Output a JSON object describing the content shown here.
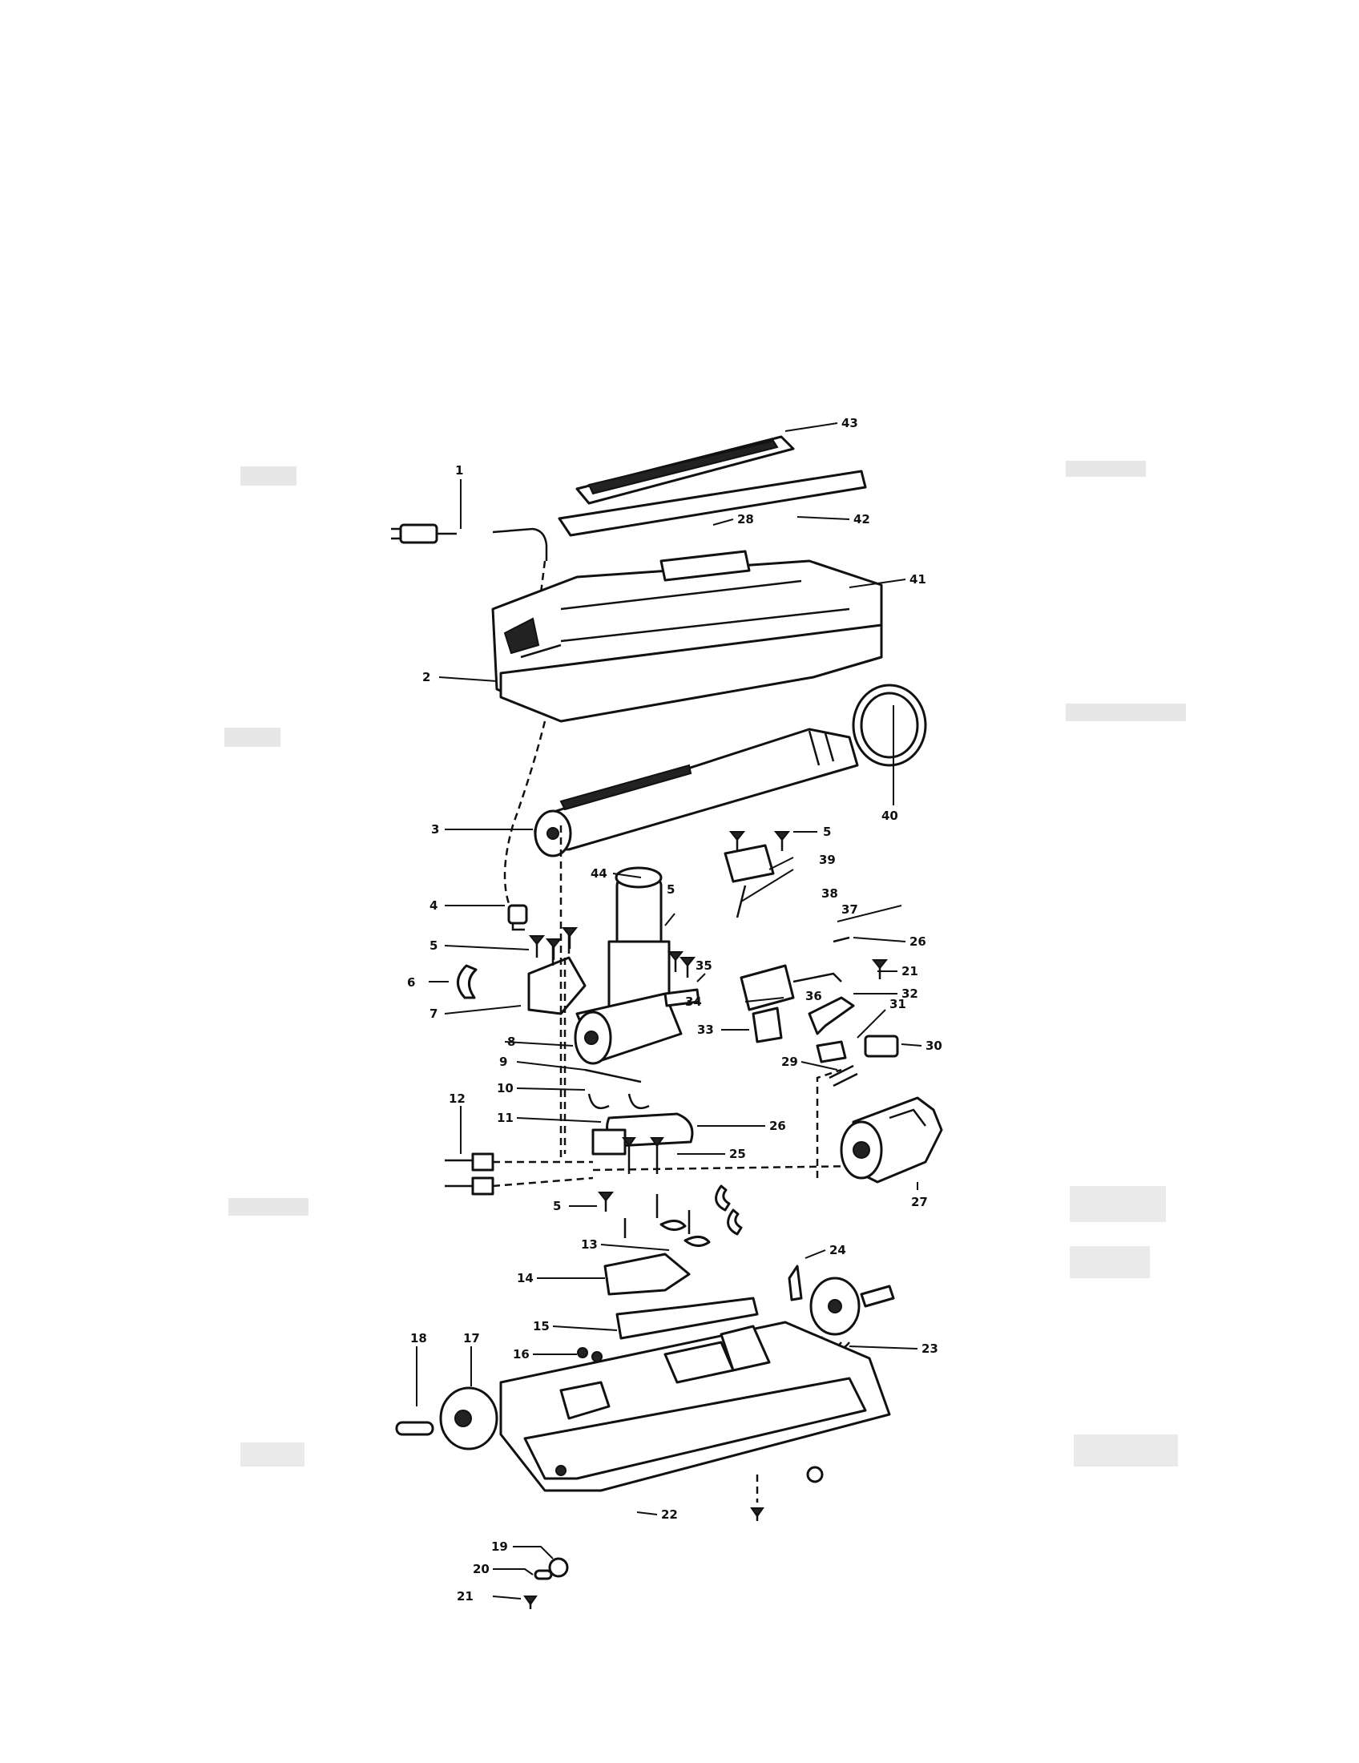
{
  "callouts": {
    "c1": "1",
    "c2": "2",
    "c3": "3",
    "c4": "4",
    "c5a": "5",
    "c5b": "5",
    "c5c": "5",
    "c5d": "5",
    "c6": "6",
    "c7": "7",
    "c8": "8",
    "c9": "9",
    "c10": "10",
    "c11": "11",
    "c12": "12",
    "c13": "13",
    "c14": "14",
    "c15": "15",
    "c16": "16",
    "c17": "17",
    "c18": "18",
    "c19": "19",
    "c20": "20",
    "c21a": "21",
    "c21b": "21",
    "c22": "22",
    "c23": "23",
    "c24": "24",
    "c25": "25",
    "c26a": "26",
    "c26b": "26",
    "c27": "27",
    "c28": "28",
    "c29": "29",
    "c30": "30",
    "c31": "31",
    "c32": "32",
    "c33": "33",
    "c34": "34",
    "c35": "35",
    "c36": "36",
    "c37": "37",
    "c38": "38",
    "c39": "39",
    "c40": "40",
    "c41": "41",
    "c42": "42",
    "c43": "43",
    "c44": "44"
  }
}
